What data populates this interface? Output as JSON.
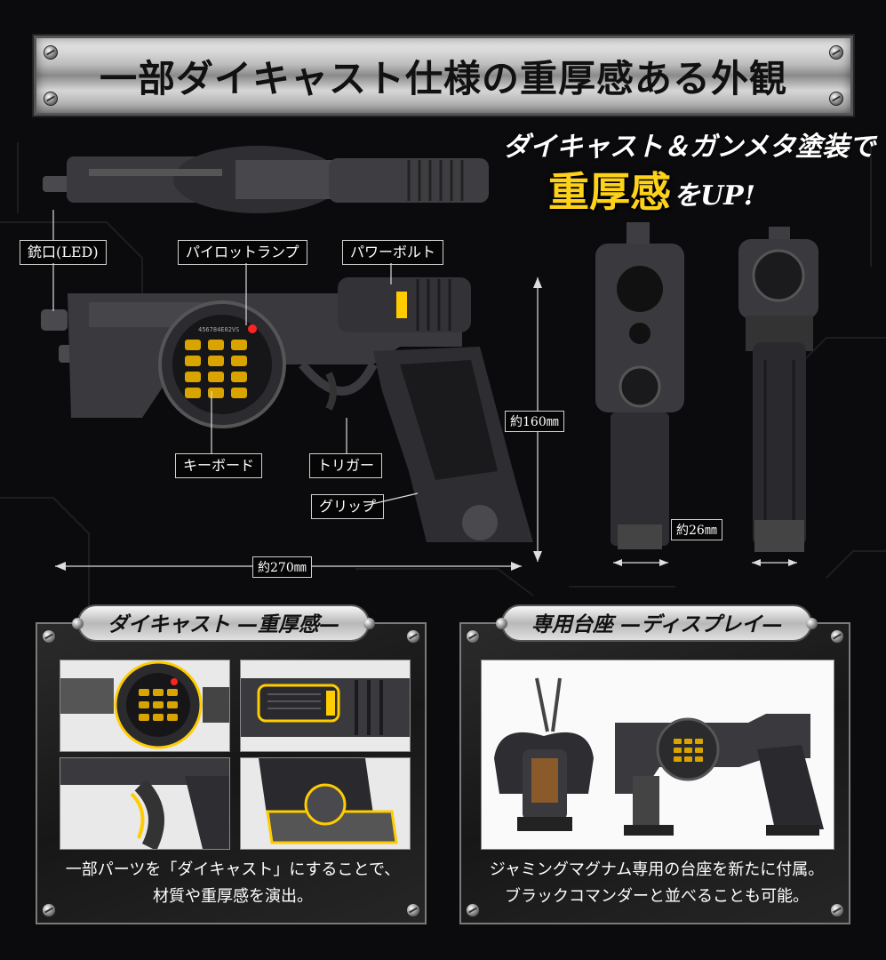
{
  "banner": {
    "title": "一部ダイキャスト仕様の重厚感ある外観"
  },
  "tagline": {
    "line1": "ダイキャスト＆ガンメタ塗装で",
    "emphasis": "重厚感",
    "suffix": "をUP!"
  },
  "callouts": {
    "muzzle": "銃口(LED)",
    "pilot_lamp": "パイロットランプ",
    "power_bolt": "パワーボルト",
    "keyboard": "キーボード",
    "trigger": "トリガー",
    "grip": "グリップ"
  },
  "dimensions": {
    "length": "約270㎜",
    "height": "約160㎜",
    "width": "約26㎜"
  },
  "panel_diecast": {
    "title": "ダイキャスト —重厚感—",
    "caption_line1": "一部パーツを「ダイキャスト」にすることで、",
    "caption_line2": "材質や重厚感を演出。"
  },
  "panel_display": {
    "title": "専用台座 —ディスプレイ—",
    "caption_line1": "ジャミングマグナム専用の台座を新たに付属。",
    "caption_line2": "ブラックコマンダーと並べることも可能。"
  },
  "keypad": {
    "display_text": "456784E02VS"
  },
  "colors": {
    "accent_yellow": "#ffd21a",
    "key_yellow": "#d9a400",
    "background": "#0b0b0d",
    "gunmetal": "#3a3a3e"
  }
}
